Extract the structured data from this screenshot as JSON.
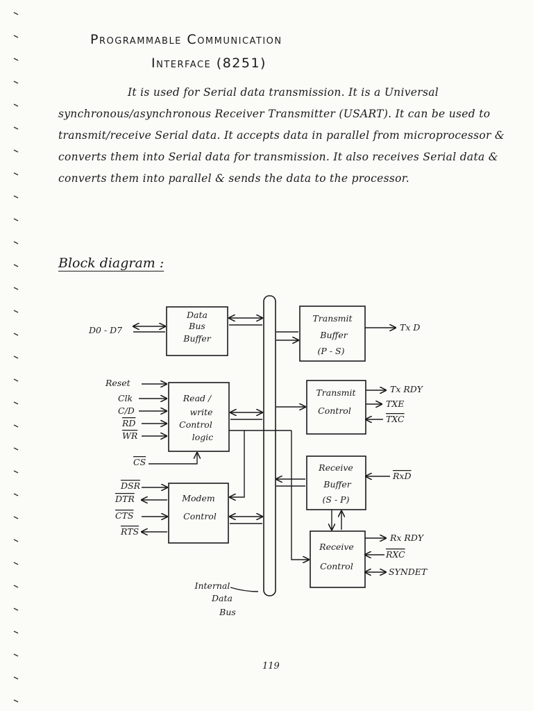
{
  "title": {
    "line1": "Programmable Communication",
    "line2": "Interface (8251)"
  },
  "paragraph": "It is used for Serial data transmission. It is a Universal synchronous/asynchronous Receiver Transmitter (USART). It can be used to transmit/receive Serial data. It accepts data in parallel from microprocessor & converts them into Serial data for transmission. It also receives Serial data & converts them into parallel & sends the data to the processor.",
  "heading": "Block diagram :",
  "diagram": {
    "blocks": {
      "data_bus_buffer": [
        "Data",
        "Bus",
        "Buffer"
      ],
      "read_write": [
        "Read /",
        "write",
        "Control",
        "logic"
      ],
      "modem": [
        "Modem",
        "Control"
      ],
      "transmit_buffer": [
        "Transmit",
        "Buffer",
        "(P - S)"
      ],
      "transmit_control": [
        "Transmit",
        "Control"
      ],
      "receive_buffer": [
        "Receive",
        "Buffer",
        "(S - P)"
      ],
      "receive_control": [
        "Receive",
        "Control"
      ]
    },
    "bus_label": [
      "Internal",
      "Data",
      "Bus"
    ],
    "signals": {
      "d0_d7": "D0 - D7",
      "reset": "Reset",
      "clk": "Clk",
      "cd": "C/D",
      "rd": "RD",
      "wr": "WR",
      "cs": "CS",
      "dsr": "DSR",
      "dtr": "DTR",
      "cts": "CTS",
      "rts": "RTS",
      "txd": "Tx D",
      "txrdy": "Tx RDY",
      "txe": "TXE",
      "txc": "TXC",
      "rxd": "RxD",
      "rxrdy": "Rx RDY",
      "rxc": "RXC",
      "syndet": "SYNDET"
    }
  },
  "page_number": "119"
}
